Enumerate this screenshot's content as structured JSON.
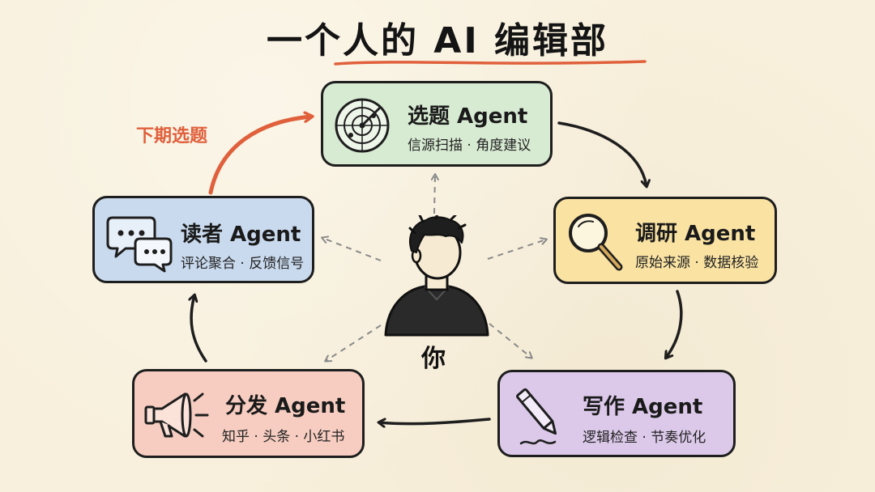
{
  "title": "一个人的 AI 编辑部",
  "center": {
    "label": "你"
  },
  "feedback": {
    "label": "下期选题"
  },
  "nodes": {
    "topic": {
      "title": "选题 Agent",
      "subtitle": "信源扫描 · 角度建议",
      "fill": "#d7ead2"
    },
    "research": {
      "title": "调研 Agent",
      "subtitle": "原始来源 · 数据核验",
      "fill": "#f9e2a2"
    },
    "writing": {
      "title": "写作 Agent",
      "subtitle": "逻辑检查 · 节奏优化",
      "fill": "#dcc9ea"
    },
    "distribution": {
      "title": "分发 Agent",
      "subtitle": "知乎 · 头条 · 小红书",
      "fill": "#f6cdc0"
    },
    "reader": {
      "title": "读者 Agent",
      "subtitle": "评论聚合 · 反馈信号",
      "fill": "#c9daee"
    }
  },
  "colors": {
    "accent": "#e0603c",
    "ink": "#1e1e1e",
    "dashed": "#8a8a8a",
    "background": "#f8f0dc"
  },
  "icons": {
    "topic": "radar-icon",
    "research": "magnifier-icon",
    "writing": "pen-icon",
    "distribution": "megaphone-icon",
    "reader": "chat-bubbles-icon",
    "center": "person-icon"
  }
}
